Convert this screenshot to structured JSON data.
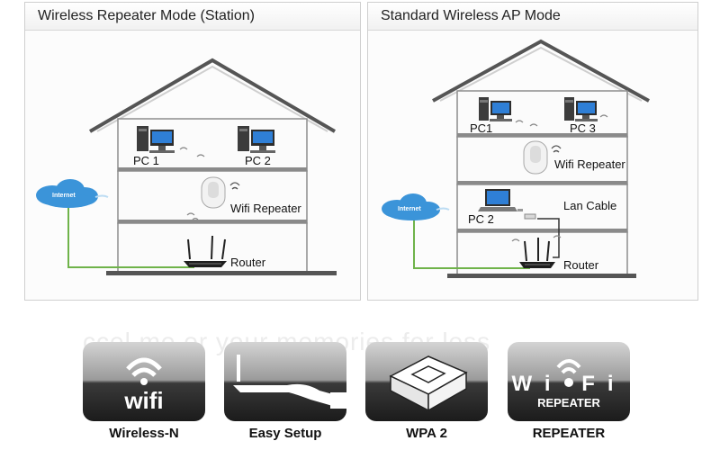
{
  "left_panel": {
    "title": "Wireless Repeater Mode (Station)",
    "labels": {
      "pc1": "PC 1",
      "pc2": "PC 2",
      "repeater": "Wifi Repeater",
      "router": "Router",
      "internet": "Internet"
    }
  },
  "right_panel": {
    "title": "Standard Wireless AP Mode",
    "labels": {
      "pc1": "PC1",
      "pc3": "PC 3",
      "repeater": "Wifi Repeater",
      "pc2": "PC 2",
      "lan_cable": "Lan Cable",
      "router": "Router",
      "internet": "Internet"
    }
  },
  "watermark": "ccel me or your memories for less",
  "features": [
    {
      "icon": "wifi",
      "icon_text": "wifi",
      "label": "Wireless-N"
    },
    {
      "icon": "easy-setup",
      "label": "Easy Setup"
    },
    {
      "icon": "wpa2-box",
      "label": "WPA 2"
    },
    {
      "icon": "wifi-repeater",
      "icon_text": "Wi Fi",
      "icon_subtext": "REPEATER",
      "label": "REPEATER"
    }
  ],
  "colors": {
    "cable": "#6fb34a",
    "cloud": "#3b94d9",
    "panel_border": "#cfcfcf"
  }
}
